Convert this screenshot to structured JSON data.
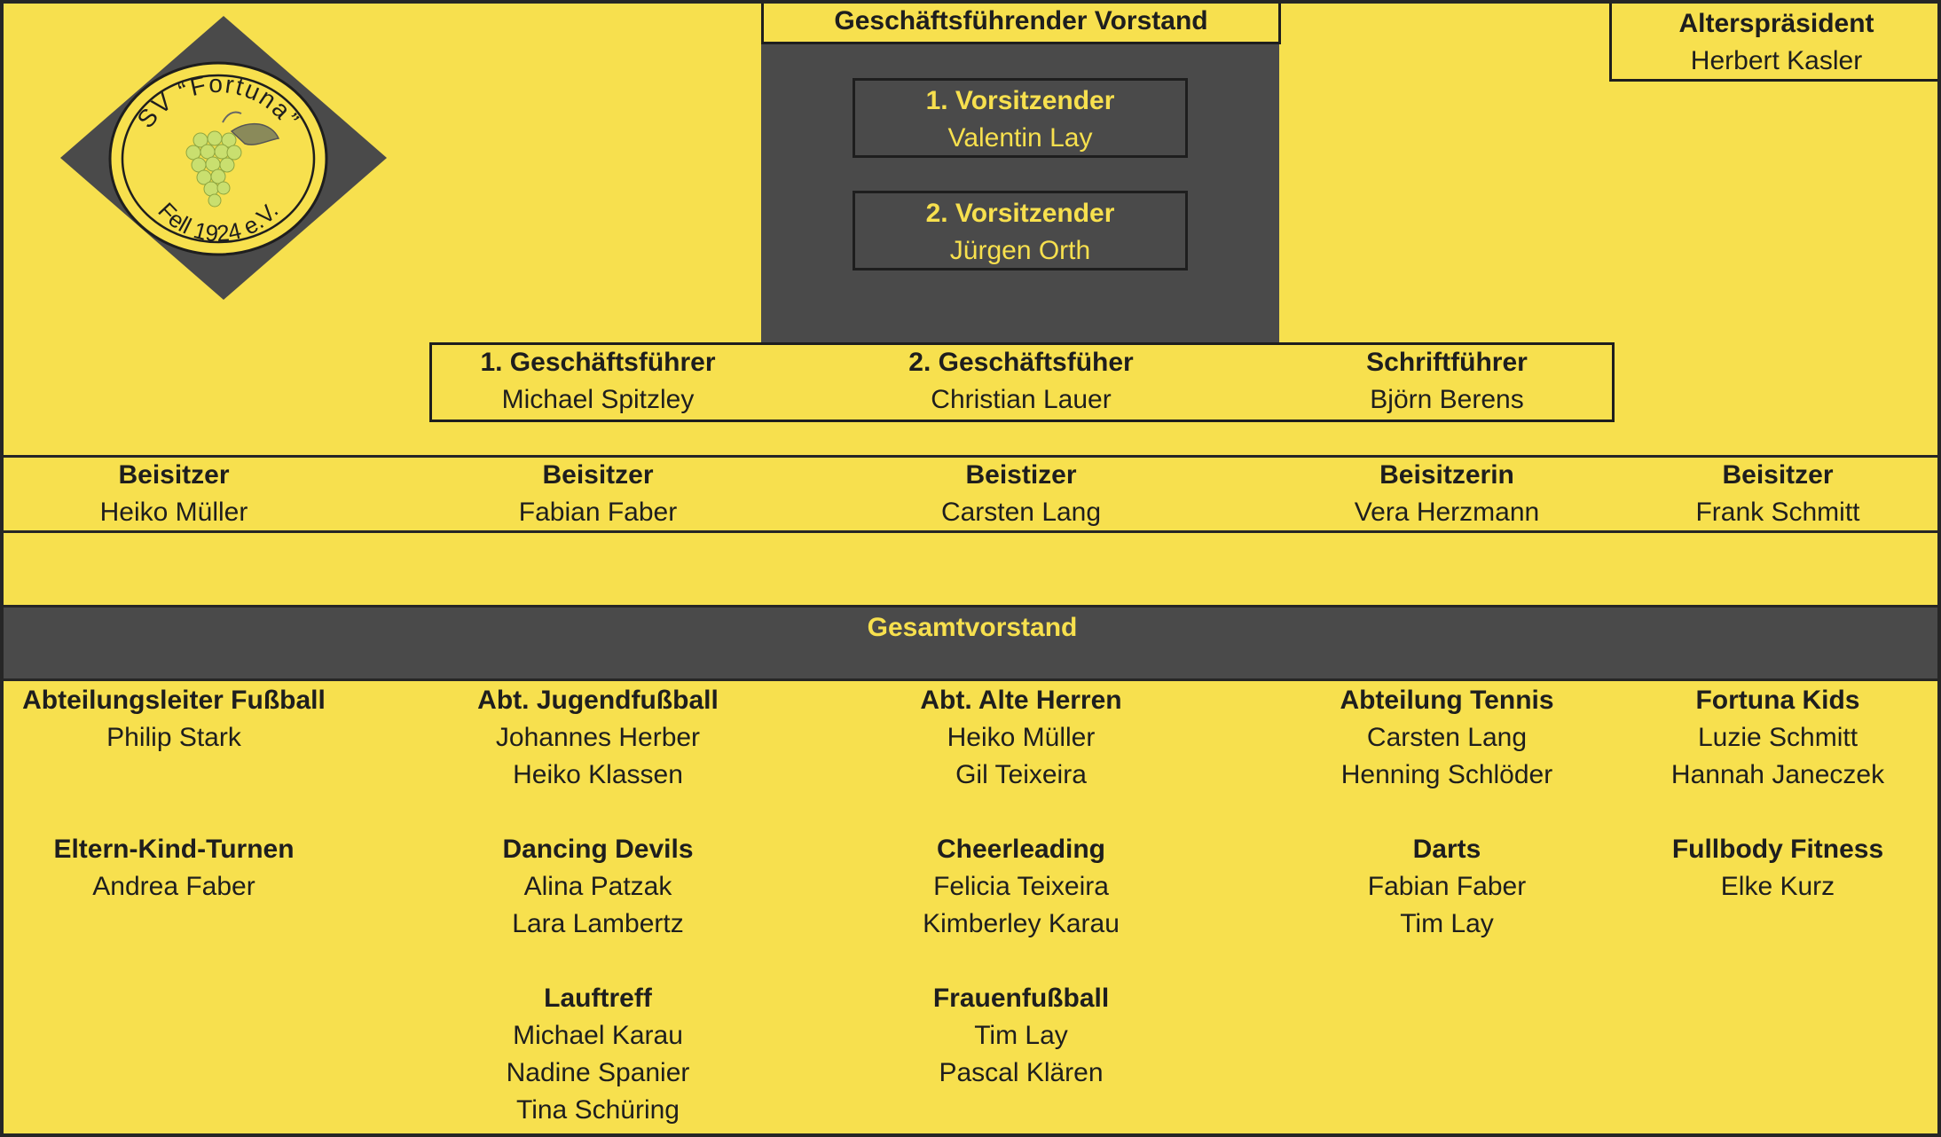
{
  "logo": {
    "text_top": "SV “Fortuna”",
    "text_bottom": "Fell 1924 e.V.",
    "colors": {
      "diamond": "#4a4a4a",
      "circle": "#f7e04e",
      "grapes": "#c9df6f",
      "leaf": "#8a8a5a"
    }
  },
  "executive_board": {
    "title": "Geschäftsführender Vorstand",
    "chair1": {
      "role": "1. Vorsitzender",
      "name": "Valentin Lay"
    },
    "chair2": {
      "role": "2. Vorsitzender",
      "name": "Jürgen Orth"
    }
  },
  "honorary": {
    "role": "Alterspräsident",
    "name": "Herbert Kasler"
  },
  "management": [
    {
      "role": "1. Geschäftsführer",
      "name": "Michael Spitzley"
    },
    {
      "role": "2. Geschäftsfüher",
      "name": "Christian Lauer"
    },
    {
      "role": "Schriftführer",
      "name": "Björn Berens"
    }
  ],
  "assessors": [
    {
      "role": "Beisitzer",
      "name": "Heiko Müller"
    },
    {
      "role": "Beisitzer",
      "name": "Fabian Faber"
    },
    {
      "role": "Beistizer",
      "name": "Carsten Lang"
    },
    {
      "role": "Beisitzerin",
      "name": "Vera Herzmann"
    },
    {
      "role": "Beisitzer",
      "name": "Frank Schmitt"
    }
  ],
  "full_board_title": "Gesamtvorstand",
  "departments": [
    [
      {
        "title": "Abteilungsleiter Fußball",
        "names": [
          "Philip Stark"
        ]
      },
      {
        "title": "Eltern-Kind-Turnen",
        "names": [
          "Andrea Faber"
        ]
      }
    ],
    [
      {
        "title": "Abt. Jugendfußball",
        "names": [
          "Johannes Herber",
          "Heiko Klassen"
        ]
      },
      {
        "title": "Dancing Devils",
        "names": [
          "Alina Patzak",
          "Lara Lambertz"
        ]
      },
      {
        "title": "Lauftreff",
        "names": [
          "Michael Karau",
          "Nadine Spanier",
          "Tina Schüring"
        ]
      }
    ],
    [
      {
        "title": "Abt. Alte Herren",
        "names": [
          "Heiko Müller",
          "Gil Teixeira"
        ]
      },
      {
        "title": "Cheerleading",
        "names": [
          "Felicia Teixeira",
          "Kimberley Karau"
        ]
      },
      {
        "title": "Frauenfußball",
        "names": [
          "Tim Lay",
          "Pascal Klären"
        ]
      }
    ],
    [
      {
        "title": "Abteilung Tennis",
        "names": [
          "Carsten Lang",
          "Henning Schlöder"
        ]
      },
      {
        "title": "Darts",
        "names": [
          "Fabian Faber",
          "Tim Lay"
        ]
      }
    ],
    [
      {
        "title": "Fortuna Kids",
        "names": [
          "Luzie Schmitt",
          "Hannah Janeczek"
        ]
      },
      {
        "title": "Fullbody Fitness",
        "names": [
          "Elke Kurz"
        ]
      }
    ]
  ]
}
